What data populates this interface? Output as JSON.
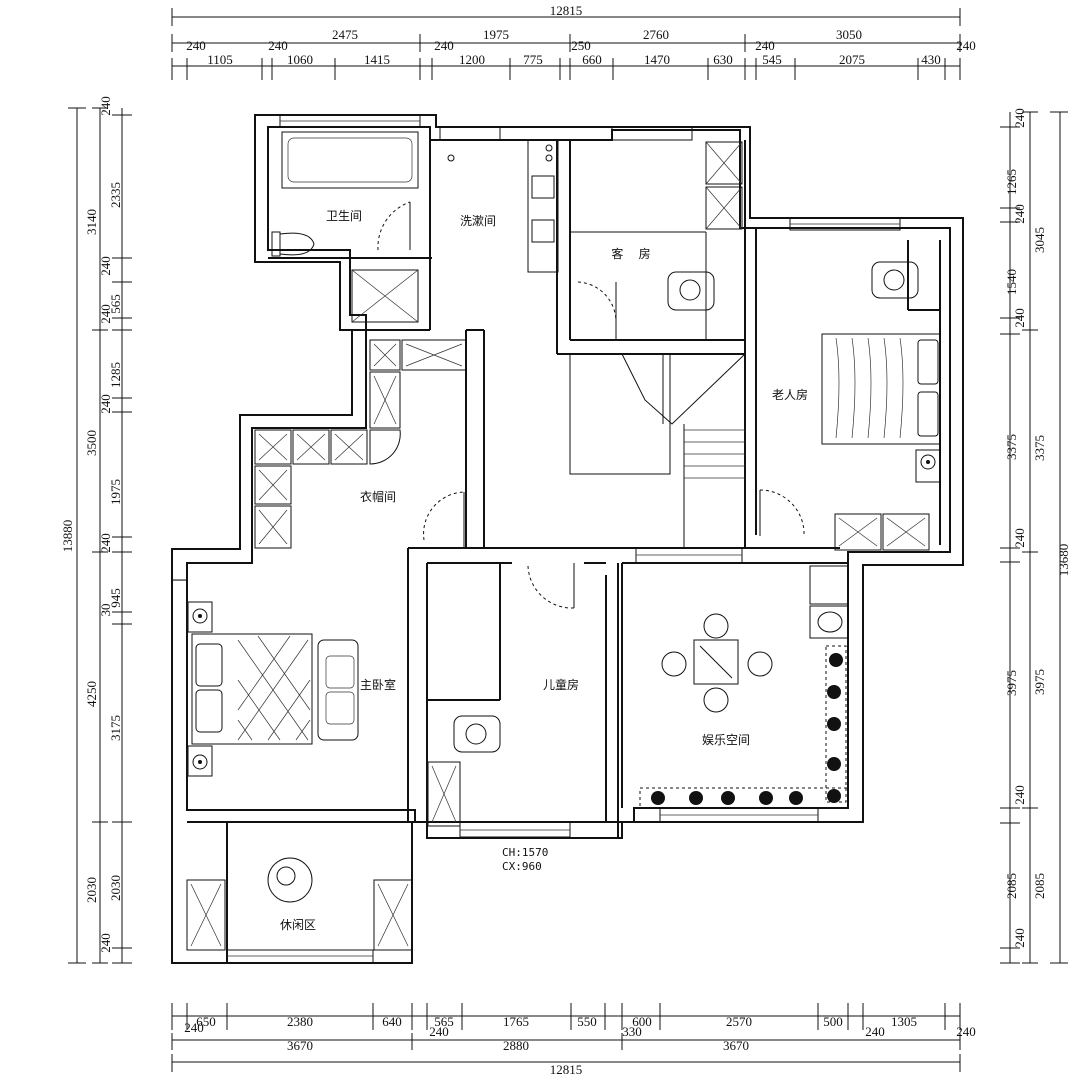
{
  "rooms": {
    "bathroom": "卫生间",
    "washroom": "洗漱间",
    "guest_room": "客    房",
    "elder_room": "老人房",
    "cloakroom": "衣帽间",
    "master_bedroom": "主卧室",
    "kids_room": "儿童房",
    "entertainment": "娱乐空间",
    "leisure_area": "休闲区"
  },
  "notes": {
    "ch": "CH:1570",
    "cx": "CX:960"
  },
  "dims": {
    "top": {
      "total": "12815",
      "row2": [
        "2475",
        "1975",
        "2760",
        "3050"
      ],
      "row3": [
        "240",
        "1105",
        "240",
        "1060",
        "1415",
        "240",
        "1200",
        "775",
        "250",
        "660",
        "1470",
        "630",
        "240",
        "545",
        "2075",
        "430",
        "240"
      ]
    },
    "bottom": {
      "total": "12815",
      "row2": [
        "3670",
        "2880",
        "3670"
      ],
      "row1": [
        "650",
        "2380",
        "640",
        "565",
        "1765",
        "550",
        "600",
        "2570",
        "500",
        "240",
        "1305",
        "240",
        "330",
        "240",
        "240"
      ]
    },
    "left": {
      "total": "13880",
      "row2": [
        "3140",
        "3500",
        "4250",
        "2030"
      ],
      "row1": [
        "240",
        "2335",
        "240",
        "565",
        "240",
        "1285",
        "240",
        "1975",
        "240",
        "945",
        "30",
        "3175",
        "2030",
        "240"
      ]
    },
    "right": {
      "total": "13680",
      "row2": [
        "3045",
        "3375",
        "3975",
        "2085"
      ],
      "row1": [
        "240",
        "1265",
        "240",
        "1540",
        "240",
        "3375",
        "240",
        "3975",
        "240",
        "2085",
        "240"
      ]
    }
  }
}
